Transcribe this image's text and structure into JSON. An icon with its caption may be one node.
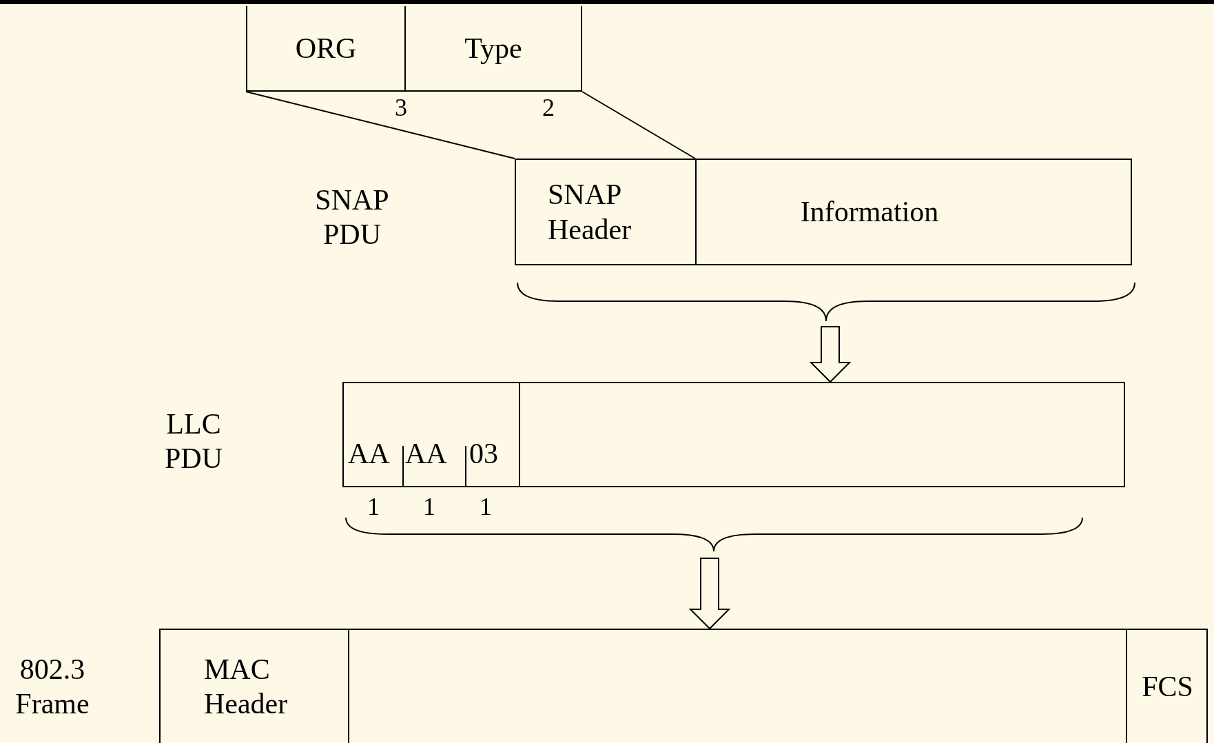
{
  "diagram": {
    "nodes": [
      {
        "text": [
          "ORG"
        ],
        "beside": [
          "3"
        ]
      },
      {
        "text": [
          "Type"
        ],
        "beside": [
          "2"
        ]
      },
      {
        "text": [],
        "shape": "box"
      },
      {
        "text": [
          "SNAP Header"
        ],
        "in": 2
      },
      {
        "text": [
          "Information"
        ],
        "in": 2
      },
      {
        "text": [],
        "shape": "box"
      },
      {
        "text": [
          "AA"
        ],
        "in": 5,
        "beside": [
          "1"
        ]
      },
      {
        "text": [
          "AA"
        ],
        "in": 5,
        "beside": [
          "1"
        ]
      },
      {
        "text": [
          "03"
        ],
        "in": 5,
        "beside": [
          "1"
        ]
      },
      {
        "text": [],
        "shape": "box",
        "beside": [
          "802.3 Frame"
        ]
      },
      {
        "text": [
          "MAC Header"
        ],
        "in": 9
      },
      {
        "text": [
          "FCS"
        ],
        "in": 9
      }
    ],
    "edges": [
      {
        "from": 0,
        "to": 3,
        "arrow": "none"
      },
      {
        "from": 1,
        "to": 3,
        "arrow": "none"
      },
      {
        "from": 2,
        "to": 5,
        "arrow": "to"
      },
      {
        "from": 5,
        "to": 9,
        "arrow": "to"
      }
    ],
    "labels": [
      "SNAP PDU",
      "LLC PDU"
    ]
  }
}
